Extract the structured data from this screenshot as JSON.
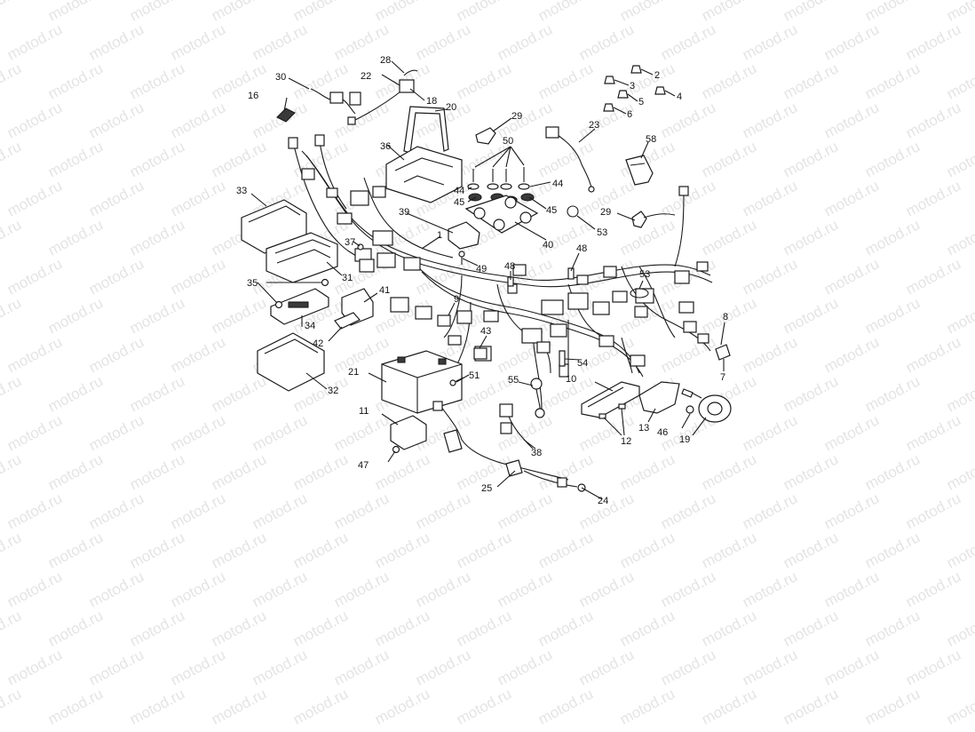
{
  "watermark": "motod.ru",
  "callouts": [
    "1",
    "2",
    "3",
    "4",
    "5",
    "6",
    "7",
    "8",
    "9",
    "10",
    "11",
    "12",
    "13",
    "16",
    "18",
    "19",
    "20",
    "21",
    "22",
    "23",
    "24",
    "25",
    "28",
    "29",
    "29",
    "30",
    "31",
    "32",
    "33",
    "34",
    "35",
    "36",
    "37",
    "38",
    "39",
    "40",
    "41",
    "42",
    "43",
    "44",
    "44",
    "45",
    "45",
    "46",
    "47",
    "48",
    "48",
    "49",
    "50",
    "51",
    "53",
    "53",
    "54",
    "55",
    "58"
  ]
}
